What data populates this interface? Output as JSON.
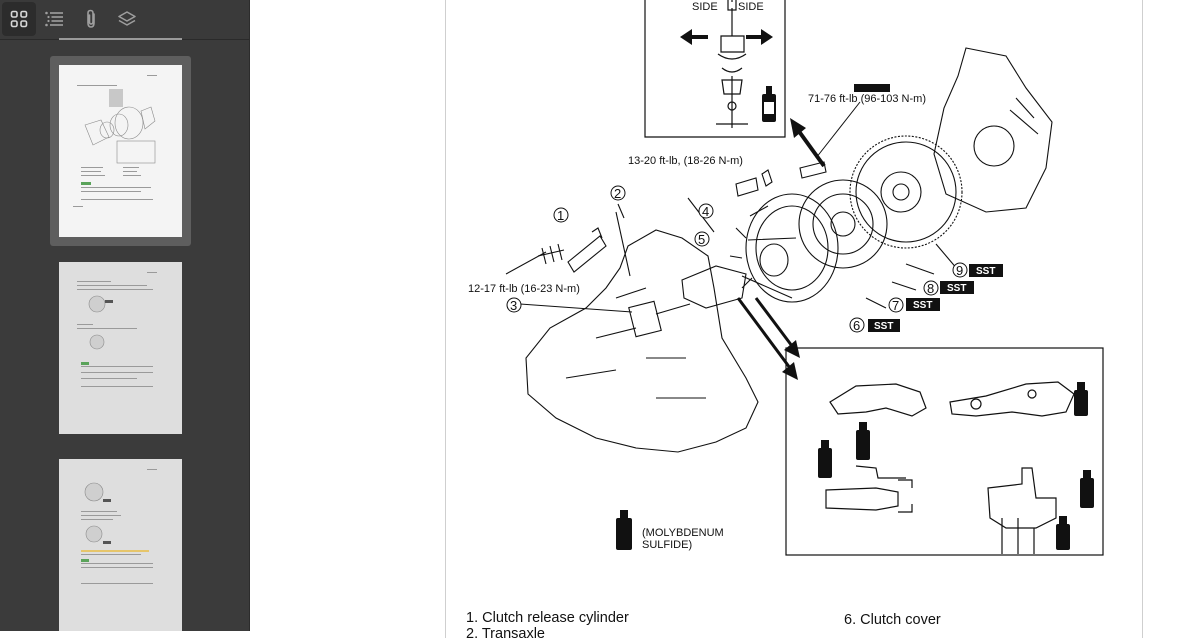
{
  "sidebar": {
    "tools": [
      {
        "name": "thumbnails-icon",
        "active": true
      },
      {
        "name": "outline-icon",
        "active": false
      },
      {
        "name": "attachments-icon",
        "active": false
      },
      {
        "name": "layers-icon",
        "active": false
      }
    ],
    "thumbnails": [
      {
        "page": 1,
        "selected": true
      },
      {
        "page": 2,
        "selected": false
      },
      {
        "page": 3,
        "selected": false
      }
    ]
  },
  "diagram": {
    "top_labels": [
      "SIDE",
      "SIDE"
    ],
    "torques": {
      "t1": "71-76 ft-lb (96-103 N-m)",
      "t2": "13-20 ft-lb, (18-26 N-m)",
      "t3": "12-17 ft-lb (16-23 N-m)"
    },
    "callouts": [
      "1",
      "2",
      "3",
      "4",
      "5",
      "6",
      "7",
      "8",
      "9"
    ],
    "sst": "SST",
    "lubricant_line1": "(MOLYBDENUM",
    "lubricant_line2": "SULFIDE)"
  },
  "legend": {
    "item1": "1.  Clutch release cylinder",
    "item6": "6.  Clutch cover",
    "item2_partial": "2.  Transaxle"
  }
}
